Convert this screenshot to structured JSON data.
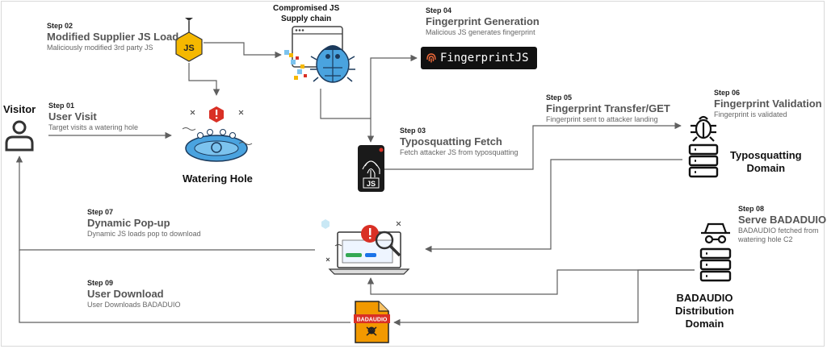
{
  "nodes": {
    "visitor": "Visitor",
    "watering_hole": "Watering Hole",
    "compromised_supply_chain": "Compromised JS\nSupply chain",
    "typosquatting_domain": "Typosquatting\nDomain",
    "badaudio_domain": "BADAUDIO\nDistribution\nDomain",
    "fingerprintjs_logo": "FingerprintJS",
    "js_badge": "JS",
    "phone_badge": "JS",
    "file_label": "BADAUDIO"
  },
  "steps": [
    {
      "id": "01",
      "step": "Step 01",
      "title": "User Visit",
      "desc": "Target visits a watering hole"
    },
    {
      "id": "02",
      "step": "Step 02",
      "title": "Modified Supplier JS Load",
      "desc": "Maliciously modified 3rd party JS"
    },
    {
      "id": "03",
      "step": "Step 03",
      "title": "Typosquatting Fetch",
      "desc": "Fetch attacker JS from typosquatting"
    },
    {
      "id": "04",
      "step": "Step 04",
      "title": "Fingerprint Generation",
      "desc": "Malicious JS generates fingerprint"
    },
    {
      "id": "05",
      "step": "Step 05",
      "title": "Fingerprint Transfer/GET",
      "desc": "Fingerprint sent to attacker landing"
    },
    {
      "id": "06",
      "step": "Step 06",
      "title": "Fingerprint Validation",
      "desc": "Fingerprint is validated"
    },
    {
      "id": "07",
      "step": "Step 07",
      "title": "Dynamic Pop-up",
      "desc": "Dynamic JS loads pop to download"
    },
    {
      "id": "08",
      "step": "Step 08",
      "title": "Serve BADADUIO",
      "desc": "BADAUDIO fetched from\nwatering hole C2"
    },
    {
      "id": "09",
      "step": "Step 09",
      "title": "User Download",
      "desc": "User Downloads BADADUIO"
    }
  ],
  "colors": {
    "arrow": "#5f5f5f",
    "accent_red": "#d93025",
    "accent_blue": "#1a73e8",
    "ring_blue": "#4aa3df",
    "hex_yellow": "#f5b800",
    "file_orange": "#f29900",
    "dark": "#222222"
  },
  "icons": [
    "user-icon",
    "watering-hole-icon",
    "js-badge-icon",
    "bug-icon",
    "fingerprintjs-logo",
    "phone-fingerprint-icon",
    "bug-validation-icon",
    "server-icon",
    "laptop-popup-icon",
    "spy-icon",
    "file-icon",
    "skull-icon"
  ]
}
